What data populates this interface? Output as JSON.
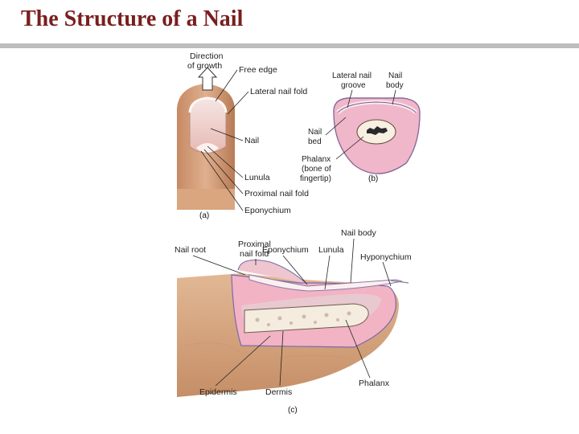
{
  "slide": {
    "title": "The Structure of a Nail"
  },
  "panel_a": {
    "label": "(a)",
    "direction_line1": "Direction",
    "direction_line2": "of growth",
    "free_edge": "Free edge",
    "lateral_nail_fold": "Lateral nail fold",
    "nail": "Nail",
    "lunula": "Lunula",
    "proximal_nail_fold": "Proximal nail fold",
    "eponychium": "Eponychium"
  },
  "panel_b": {
    "label": "(b)",
    "lateral_nail_groove_line1": "Lateral nail",
    "lateral_nail_groove_line2": "groove",
    "nail_body_line1": "Nail",
    "nail_body_line2": "body",
    "nail_bed_line1": "Nail",
    "nail_bed_line2": "bed",
    "phalanx_line1": "Phalanx",
    "phalanx_line2": "(bone of",
    "phalanx_line3": "fingertip)"
  },
  "panel_c": {
    "label": "(c)",
    "nail_body": "Nail body",
    "nail_root": "Nail root",
    "proximal_nail_fold_line1": "Proximal",
    "proximal_nail_fold_line2": "nail fold",
    "eponychium": "Eponychium",
    "lunula": "Lunula",
    "hyponychium": "Hyponychium",
    "epidermis": "Epidermis",
    "dermis": "Dermis",
    "phalanx": "Phalanx"
  }
}
